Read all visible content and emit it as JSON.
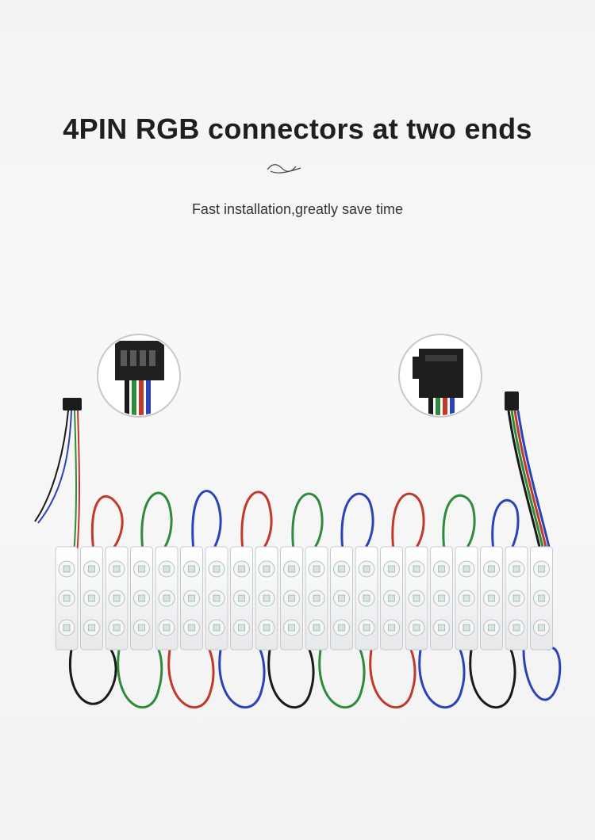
{
  "header": {
    "title": "4PIN RGB connectors at two ends",
    "subtitle": "Fast installation,greatly save time",
    "divider_icon": "squiggle-ornament-icon"
  },
  "photo": {
    "module_count": 20,
    "leds_per_module": 3,
    "wire_colors": [
      "#1a1a1a",
      "#2e8b3a",
      "#c0392b",
      "#2a43b8"
    ],
    "module_color": "#ffffff",
    "connector_color": "#1c1c1c"
  }
}
